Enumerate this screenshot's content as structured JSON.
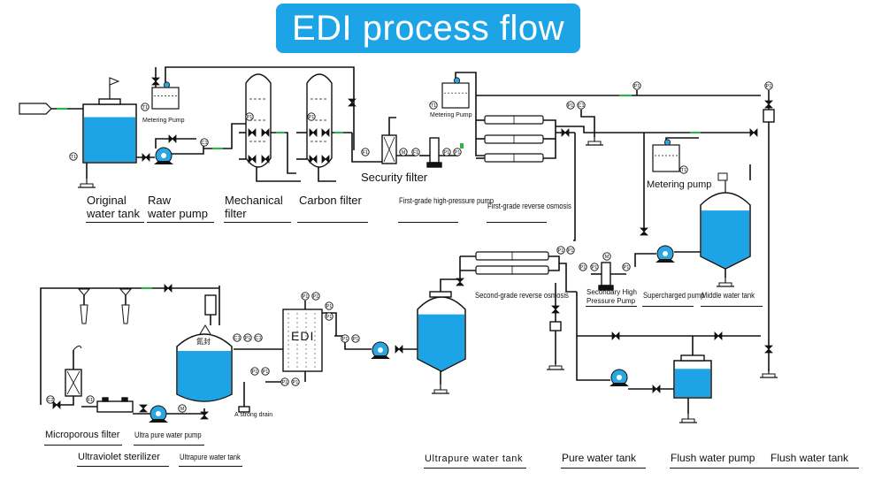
{
  "title": "EDI process flow",
  "labels": {
    "original_water_tank_1": "Original",
    "original_water_tank_2": "water tank",
    "raw_water_pump_1": "Raw",
    "raw_water_pump_2": "water pump",
    "mechanical_filter_1": "Mechanical",
    "mechanical_filter_2": "filter",
    "carbon_filter": "Carbon filter",
    "security_filter": "Security filter",
    "first_grade_hp_pump": "First-grade high-pressure pump",
    "first_grade_ro": "First-grade reverse osmosis",
    "metering_pump_left": "Metering Pump",
    "metering_pump_mid": "Metering Pump",
    "metering_pump_right": "Metering pump",
    "second_grade_ro": "Second-grade reverse osmosis",
    "secondary_hp_pump_1": "Secondary High",
    "secondary_hp_pump_2": "Pressure Pump",
    "supercharged_pump": "Supercharged pump",
    "middle_water_tank": "Middle water tank",
    "edi": "EDI",
    "strong_drain": "A strong drain",
    "tank_seal": "氮封",
    "microporous_filter": "Microporous filter",
    "ultra_pure_water_pump": "Ultra pure water pump",
    "ultraviolet_sterilizer": "Ultraviolet sterilizer",
    "ultrapure_water_tank_left": "Ultrapure water tank",
    "ultrapure_water_tank_mid": "Ultrapure water tank",
    "pure_water_tank": "Pure water tank",
    "flush_water_pump": "Flush water pump",
    "flush_water_tank": "Flush water tank"
  },
  "instrument_tags": {
    "pressure": "P1",
    "temperature": "T1",
    "conductivity": "C1",
    "flow": "F1",
    "meter": "M",
    "conductivity_c2": "C2"
  },
  "colors": {
    "title_bg": "#1ca4e6",
    "water": "#1ca4e6",
    "line": "#111111",
    "pump": "#2aa7e0",
    "accent_green": "#2db34a"
  }
}
